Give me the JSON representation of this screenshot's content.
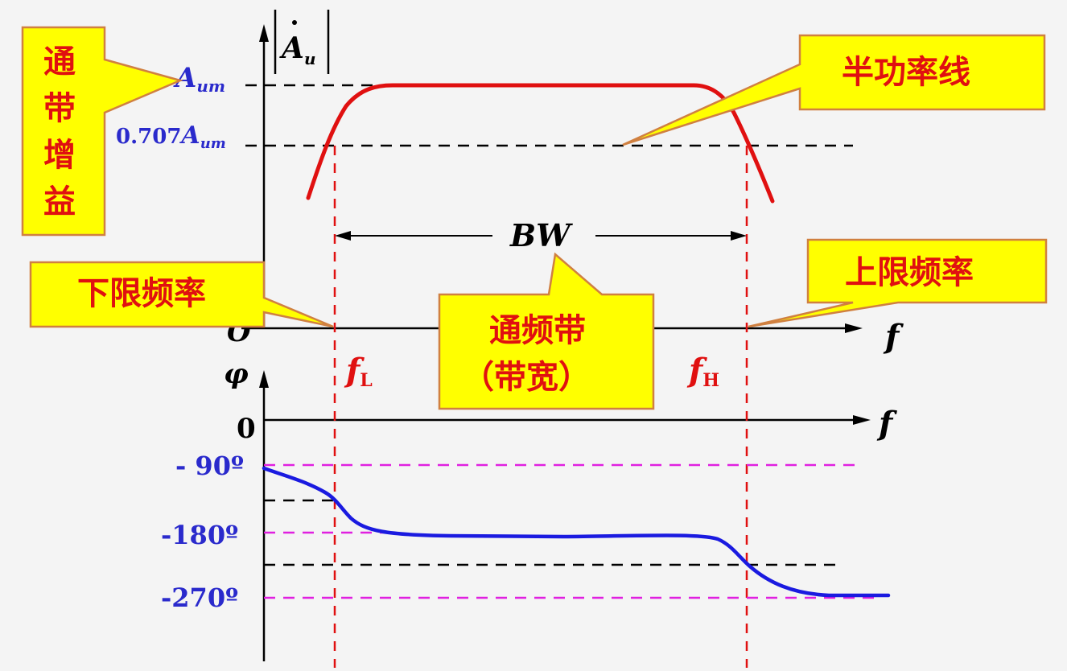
{
  "amp_axis": {
    "y_label_main": "A",
    "y_label_sub": "u",
    "x_label": "f",
    "origin": "O"
  },
  "phase_axis": {
    "y_label": "φ",
    "x_label": "f",
    "zero_label": "0",
    "tick_labels": [
      "- 90º",
      "-180º",
      "-270º"
    ]
  },
  "amp_levels": {
    "aum_main": "A",
    "aum_sub": "um",
    "aum707_prefix": "0.707",
    "aum707_main": "A",
    "aum707_sub": "um"
  },
  "freq_markers": {
    "fl_main": "f",
    "fl_sub": "L",
    "fh_main": "f",
    "fh_sub": "H"
  },
  "bw_label": "BW",
  "callouts": {
    "passband_gain": [
      "通",
      "带",
      "增",
      "益"
    ],
    "half_power_line": "半功率线",
    "lower_cutoff": "下限频率",
    "upper_cutoff": "上限频率",
    "passband_line1": "通频带",
    "passband_line2": "（带宽）"
  },
  "colors": {
    "amplitude_curve": "#e01010",
    "phase_curve": "#1a1ae0",
    "level_text": "#2a2acc",
    "magenta_dash": "#e020e0",
    "callout_fill": "#ffff00",
    "callout_border": "#d08040"
  }
}
